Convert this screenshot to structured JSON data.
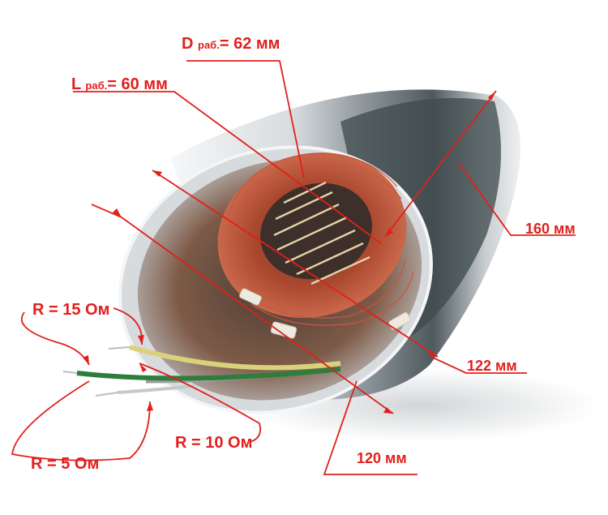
{
  "labels": {
    "d_work": {
      "prefix": "D",
      "sub": "раб.",
      "value": "= 62 мм"
    },
    "l_work": {
      "prefix": "L",
      "sub": "раб.",
      "value": "= 60 мм"
    },
    "outer_length": "160 мм",
    "diameter_122": "122 мм",
    "diameter_120": "120 мм",
    "r15": "R = 15 Ом",
    "r10": "R = 10 Ом",
    "r5": "R = 5 Ом"
  },
  "colors": {
    "annotation": "#e0201c",
    "housing_light": "#e9ecef",
    "housing_dark": "#5c6468",
    "copper": "#b8432e",
    "wire_green": "#2f7d3d",
    "wire_yellow": "#d9d27a"
  }
}
